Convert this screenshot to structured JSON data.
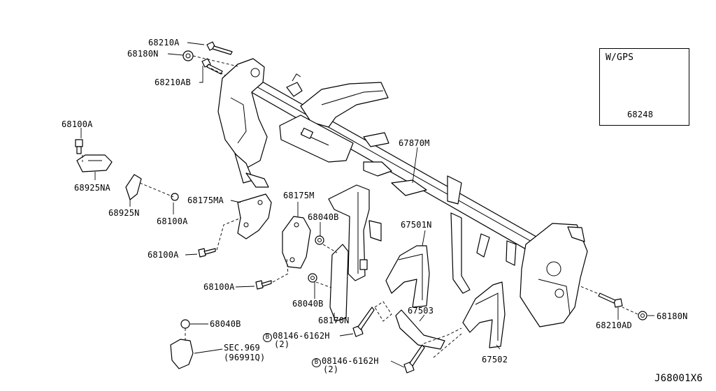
{
  "diagram_code": "J68001X6",
  "inset": {
    "title": "W/GPS",
    "part_number": "68248"
  },
  "callouts": {
    "c68210A": "68210A",
    "c68180N_top": "68180N",
    "c68210AB": "68210AB",
    "c68100A_1": "68100A",
    "c68925NA": "68925NA",
    "c68925N": "68925N",
    "c68100A_2": "68100A",
    "c68175MA": "68175MA",
    "c68175M": "68175M",
    "c68040B_1": "68040B",
    "c68100A_3": "68100A",
    "c68100A_4": "68100A",
    "c68040B_2": "68040B",
    "c68170N": "68170N",
    "c67870M": "67870M",
    "c67501N": "67501N",
    "c67503": "67503",
    "c67502": "67502",
    "c68210AD": "68210AD",
    "c68180N_right": "68180N",
    "c68040B_3": "68040B",
    "c_sec969": "SEC.969",
    "c_sec969_sub": "(96991Q)",
    "c08146_1": "08146-6162H",
    "c08146_1_qty": "(2)",
    "c08146_2": "08146-6162H",
    "c08146_2_qty": "(2)",
    "bolt_prefix": "B"
  }
}
